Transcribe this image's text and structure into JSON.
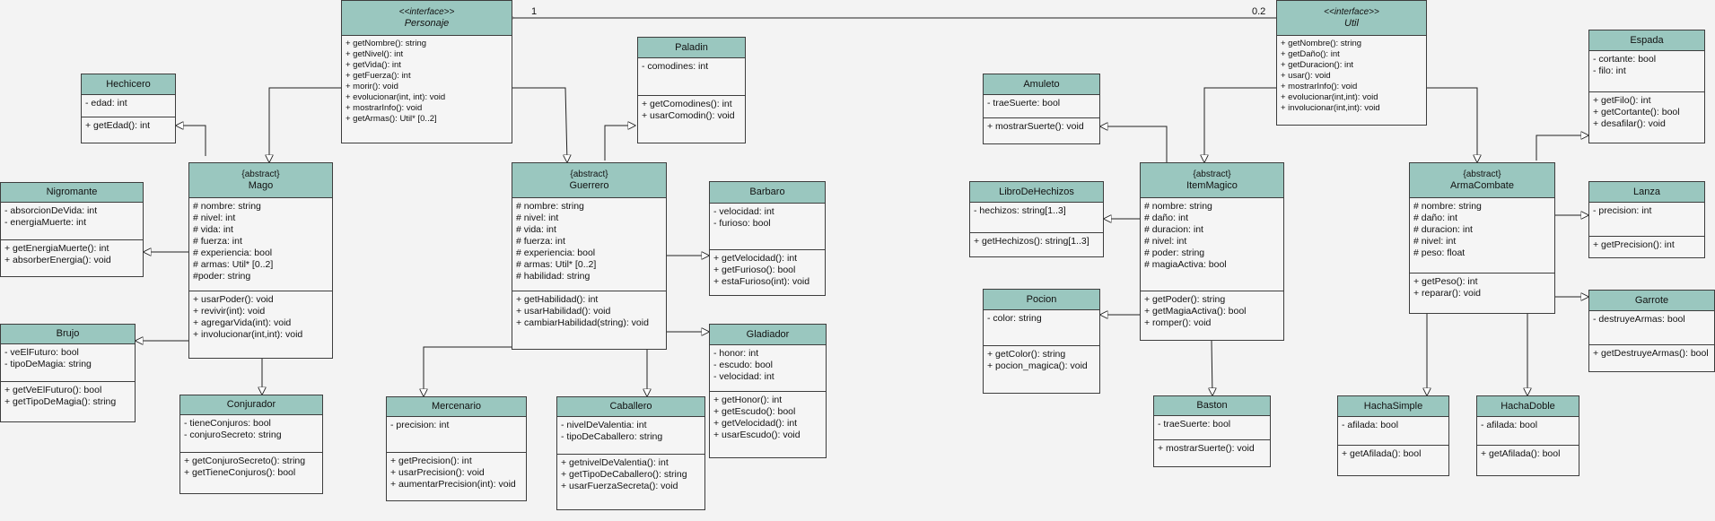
{
  "association": {
    "mult_left": "1",
    "mult_right": "0.2"
  },
  "classes": {
    "personaje": {
      "stereotype": "<<interface>>",
      "name": "Personaje",
      "attributes": [],
      "methods": [
        "+ getNombre(): string",
        "+ getNivel(): int",
        "+ getVida(): int",
        "+ getFuerza(): int",
        "+ morir(): void",
        "+ evolucionar(int, int): void",
        "+ mostrarInfo(): void",
        "+ getArmas(): Util* [0..2]"
      ]
    },
    "util": {
      "stereotype": "<<interface>>",
      "name": "Util",
      "attributes": [],
      "methods": [
        "+ getNombre(): string",
        "+ getDaño(): int",
        "+ getDuracion(): int",
        "+ usar(): void",
        "+ mostrarInfo(): void",
        "+ evolucionar(int,int): void",
        "+ involucionar(int,int): void"
      ]
    },
    "hechicero": {
      "name": "Hechicero",
      "attributes": [
        "- edad: int"
      ],
      "methods": [
        "+ getEdad(): int"
      ]
    },
    "nigromante": {
      "name": "Nigromante",
      "attributes": [
        "- absorcionDeVida: int",
        "- energiaMuerte: int"
      ],
      "methods": [
        "+ getEnergiaMuerte(): int",
        "+ absorberEnergia(): void"
      ]
    },
    "brujo": {
      "name": "Brujo",
      "attributes": [
        "- veElFuturo: bool",
        "- tipoDeMagia: string"
      ],
      "methods": [
        "+ getVeElFuturo(): bool",
        "+ getTipoDeMagia(): string"
      ]
    },
    "mago": {
      "stereotype": "{abstract}",
      "name": "Mago",
      "attributes": [
        "# nombre: string",
        "# nivel: int",
        "# vida: int",
        "# fuerza: int",
        "# experiencia: bool",
        "# armas: Util* [0..2]",
        "#poder: string"
      ],
      "methods": [
        "+ usarPoder(): void",
        "+ revivir(int): void",
        "+ agregarVida(int): void",
        "+ involucionar(int,int): void"
      ]
    },
    "conjurador": {
      "name": "Conjurador",
      "attributes": [
        "- tieneConjuros: bool",
        "- conjuroSecreto: string"
      ],
      "methods": [
        "+ getConjuroSecreto(): string",
        "+ getTieneConjuros(): bool"
      ]
    },
    "paladin": {
      "name": "Paladin",
      "attributes": [
        "- comodines: int"
      ],
      "methods": [
        "+ getComodines(): int",
        "+ usarComodin(): void"
      ]
    },
    "guerrero": {
      "stereotype": "{abstract}",
      "name": "Guerrero",
      "attributes": [
        "# nombre: string",
        "# nivel: int",
        "# vida: int",
        "# fuerza: int",
        "# experiencia: bool",
        "# armas: Util* [0..2]",
        "# habilidad: string"
      ],
      "methods": [
        "+ getHabilidad(): int",
        "+ usarHabilidad(): void",
        "+ cambiarHabilidad(string): void"
      ]
    },
    "barbaro": {
      "name": "Barbaro",
      "attributes": [
        "- velocidad: int",
        "- furioso: bool"
      ],
      "methods": [
        "+ getVelocidad(): int",
        "+ getFurioso(): bool",
        "+ estaFurioso(int): void"
      ]
    },
    "gladiador": {
      "name": "Gladiador",
      "attributes": [
        "- honor: int",
        "- escudo: bool",
        "- velocidad: int"
      ],
      "methods": [
        "+ getHonor(): int",
        "+ getEscudo(): bool",
        "+ getVelocidad(): int",
        "+ usarEscudo(): void"
      ]
    },
    "mercenario": {
      "name": "Mercenario",
      "attributes": [
        "- precision: int"
      ],
      "methods": [
        "+ getPrecision(): int",
        "+ usarPrecision(): void",
        "+ aumentarPrecision(int): void"
      ]
    },
    "caballero": {
      "name": "Caballero",
      "attributes": [
        "- nivelDeValentia: int",
        "- tipoDeCaballero: string"
      ],
      "methods": [
        "+ getnivelDeValentia(): int",
        "+ getTipoDeCaballero(): string",
        "+ usarFuerzaSecreta(): void"
      ]
    },
    "amuleto": {
      "name": "Amuleto",
      "attributes": [
        "- traeSuerte: bool"
      ],
      "methods": [
        "+ mostrarSuerte(): void"
      ]
    },
    "librodehechizos": {
      "name": "LibroDeHechizos",
      "attributes": [
        "- hechizos: string[1..3]"
      ],
      "methods": [
        "+ getHechizos(): string[1..3]"
      ]
    },
    "pocion": {
      "name": "Pocion",
      "attributes": [
        "- color: string"
      ],
      "methods": [
        "+ getColor(): string",
        "+ pocion_magica(): void"
      ]
    },
    "itemmagico": {
      "stereotype": "{abstract}",
      "name": "ItemMagico",
      "attributes": [
        "# nombre: string",
        "# daño: int",
        "# duracion: int",
        "# nivel: int",
        "# poder: string",
        "# magiaActiva: bool"
      ],
      "methods": [
        "+ getPoder(): string",
        "+ getMagiaActiva(): bool",
        "+ romper(): void"
      ]
    },
    "baston": {
      "name": "Baston",
      "attributes": [
        "- traeSuerte: bool"
      ],
      "methods": [
        "+ mostrarSuerte(): void"
      ]
    },
    "espada": {
      "name": "Espada",
      "attributes": [
        "- cortante: bool",
        "- filo: int"
      ],
      "methods": [
        "+ getFilo(): int",
        "+ getCortante(): bool",
        "+ desafilar(): void"
      ]
    },
    "armacombate": {
      "stereotype": "{abstract}",
      "name": "ArmaCombate",
      "attributes": [
        "# nombre: string",
        "# daño: int",
        "# duracion: int",
        "# nivel: int",
        "# peso: float"
      ],
      "methods": [
        "+ getPeso(): int",
        "+ reparar(): void"
      ]
    },
    "lanza": {
      "name": "Lanza",
      "attributes": [
        "- precision: int"
      ],
      "methods": [
        "+ getPrecision(): int"
      ]
    },
    "garrote": {
      "name": "Garrote",
      "attributes": [
        "- destruyeArmas: bool"
      ],
      "methods": [
        "+ getDestruyeArmas(): bool"
      ]
    },
    "hachasimple": {
      "name": "HachaSimple",
      "attributes": [
        "- afilada: bool"
      ],
      "methods": [
        "+ getAfilada(): bool"
      ]
    },
    "hachadoble": {
      "name": "HachaDoble",
      "attributes": [
        "- afilada: bool"
      ],
      "methods": [
        "+ getAfilada(): bool"
      ]
    }
  }
}
